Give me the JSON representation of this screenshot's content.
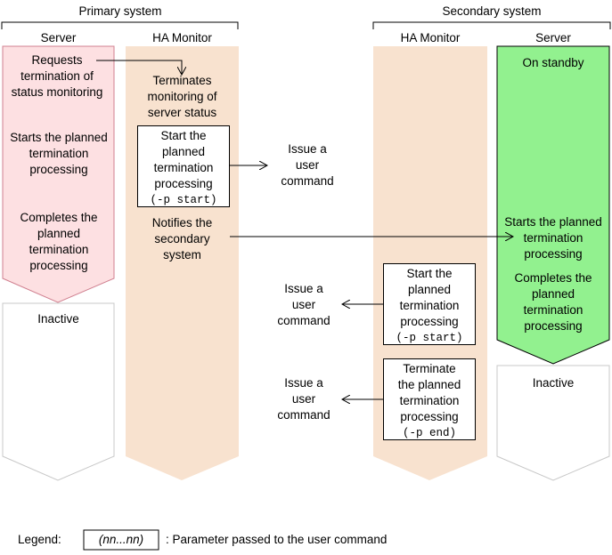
{
  "systems": {
    "primary": "Primary system",
    "secondary": "Secondary system"
  },
  "columns": {
    "primary_server": "Server",
    "primary_ha": "HA Monitor",
    "secondary_ha": "HA Monitor",
    "secondary_server": "Server"
  },
  "primary_server": {
    "step1": [
      "Requests",
      "termination of",
      "status monitoring"
    ],
    "step2": [
      "Starts the planned",
      "termination",
      "processing"
    ],
    "step3": [
      "Completes the",
      "planned",
      "termination",
      "processing"
    ],
    "inactive": "Inactive"
  },
  "primary_ha": {
    "step1": [
      "Terminates",
      "monitoring of",
      "server status"
    ],
    "box": {
      "lines": [
        "Start the",
        "planned",
        "termination",
        "processing"
      ],
      "param": "(-p start)"
    },
    "notify": [
      "Notifies the",
      "secondary",
      "system"
    ]
  },
  "user_command": [
    "Issue a",
    "user",
    "command"
  ],
  "secondary_ha": {
    "box1": {
      "lines": [
        "Start the",
        "planned",
        "termination",
        "processing"
      ],
      "param": "(-p start)"
    },
    "box2": {
      "lines": [
        "Terminate",
        "the planned",
        "termination",
        "processing"
      ],
      "param": "(-p end)"
    }
  },
  "secondary_server": {
    "standby": "On standby",
    "step1": [
      "Starts the planned",
      "termination",
      "processing"
    ],
    "step2": [
      "Completes the",
      "planned",
      "termination",
      "processing"
    ],
    "inactive": "Inactive"
  },
  "legend": {
    "label": "Legend:",
    "sample": "(nn...nn)",
    "description": ": Parameter passed to the user command"
  },
  "colors": {
    "primary_server_active": "#fde0e2",
    "primary_server_border": "#d08090",
    "ha_monitor": "#f8e2cf",
    "secondary_server_active": "#92f18f",
    "inactive_border": "#cccccc"
  }
}
